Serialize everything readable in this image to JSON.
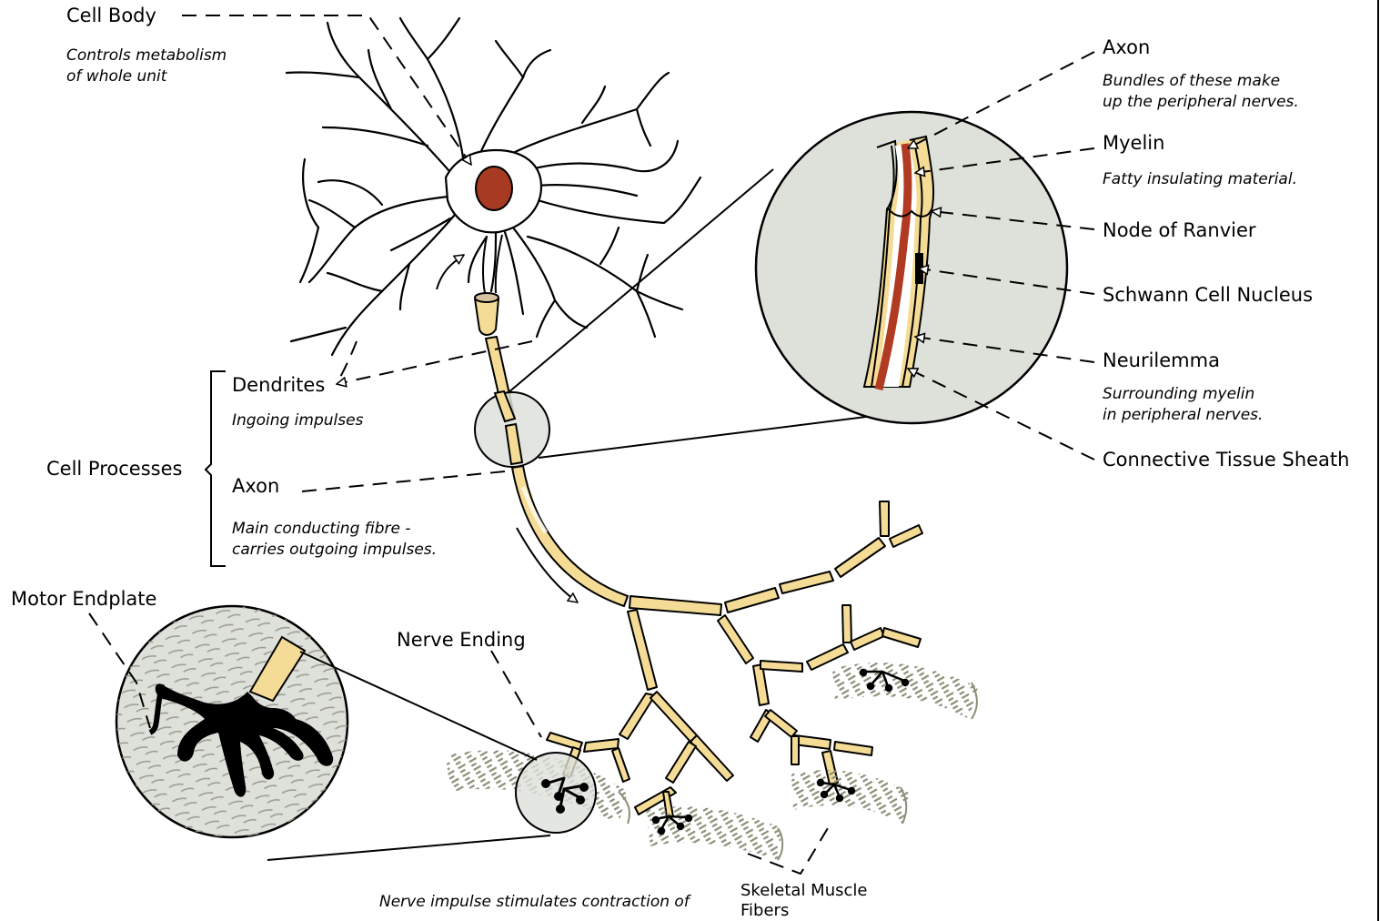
{
  "labels": {
    "cell_body": "Cell Body",
    "cell_body_desc_1": "Controls metabolism",
    "cell_body_desc_2": "of whole unit",
    "dendrites": "Dendrites",
    "dendrites_desc": "Ingoing impulses",
    "cell_processes": "Cell Processes",
    "axon_left": "Axon",
    "axon_left_desc_1": "Main conducting fibre -",
    "axon_left_desc_2": "carries outgoing impulses.",
    "motor_endplate": "Motor Endplate",
    "nerve_ending": "Nerve Ending",
    "bottom_caption": "Nerve impulse stimulates contraction of",
    "skeletal_1": "Skeletal Muscle",
    "skeletal_2": "Fibers",
    "axon_right": "Axon",
    "axon_right_desc_1": "Bundles of these make",
    "axon_right_desc_2": "up the peripheral nerves.",
    "myelin": "Myelin",
    "myelin_desc": "Fatty insulating material.",
    "node": "Node of Ranvier",
    "schwann": "Schwann Cell Nucleus",
    "neurilemma": "Neurilemma",
    "neurilemma_desc_1": "Surrounding myelin",
    "neurilemma_desc_2": "in peripheral nerves.",
    "connective": "Connective Tissue Sheath"
  },
  "colors": {
    "nucleus": "#a63a22",
    "myelin_fill": "#f5dc96",
    "magnifier_fill": "#dde1da",
    "muscle_stripe": "#8e8e7a",
    "axon_core": "#b03a22"
  }
}
